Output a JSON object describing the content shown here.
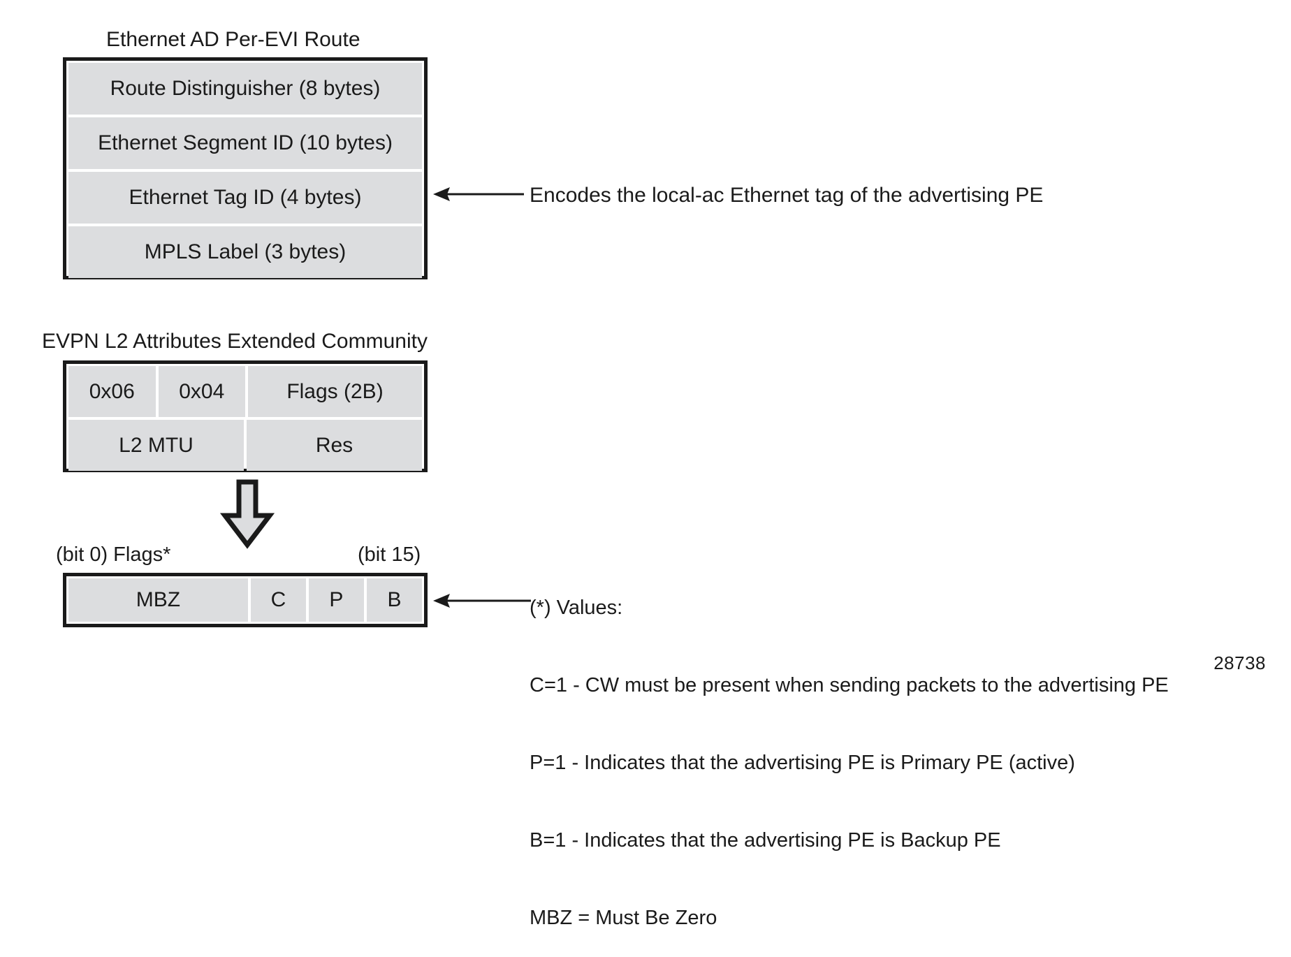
{
  "figure": {
    "number": "28738"
  },
  "sections": {
    "ad_route": {
      "caption": "Ethernet AD Per-EVI Route",
      "rows": [
        {
          "cells": [
            {
              "label": "Route Distinguisher (8 bytes)",
              "width_pct": 100
            }
          ]
        },
        {
          "cells": [
            {
              "label": "Ethernet Segment ID (10 bytes)",
              "width_pct": 100
            }
          ]
        },
        {
          "cells": [
            {
              "label": "Ethernet Tag ID (4 bytes)",
              "width_pct": 100
            }
          ]
        },
        {
          "cells": [
            {
              "label": "MPLS Label (3 bytes)",
              "width_pct": 100
            }
          ]
        }
      ],
      "annotation": "Encodes the local-ac Ethernet tag of the advertising PE"
    },
    "l2_attributes": {
      "caption": "EVPN L2 Attributes Extended Community",
      "rows": [
        {
          "cells": [
            {
              "label": "0x06",
              "width_pct": 25
            },
            {
              "label": "0x04",
              "width_pct": 25
            },
            {
              "label": "Flags (2B)",
              "width_pct": 50
            }
          ]
        },
        {
          "cells": [
            {
              "label": "L2 MTU",
              "width_pct": 50
            },
            {
              "label": "Res",
              "width_pct": 50
            }
          ]
        }
      ]
    },
    "flags": {
      "left_bit_label": "(bit 0) Flags*",
      "right_bit_label": "(bit 15)",
      "rows": [
        {
          "cells": [
            {
              "label": "MBZ",
              "width_pct": 52
            },
            {
              "label": "C",
              "width_pct": 16
            },
            {
              "label": "P",
              "width_pct": 16
            },
            {
              "label": "B",
              "width_pct": 16
            }
          ]
        }
      ],
      "legend_title": "(*) Values:",
      "legend_lines": [
        "C=1 - CW must be present when sending packets to the advertising PE",
        "P=1 - Indicates that the advertising PE is Primary PE (active)",
        "B=1 - Indicates that the advertising PE is Backup PE",
        "MBZ = Must Be Zero"
      ]
    }
  },
  "colors": {
    "cell_fill": "#dcdddf",
    "outline": "#1a1a1a",
    "background": "#ffffff"
  },
  "icons": {
    "down_arrow": "block-down-arrow",
    "left_arrow_top": "left-pointing-arrow",
    "left_arrow_bottom": "left-pointing-arrow"
  }
}
